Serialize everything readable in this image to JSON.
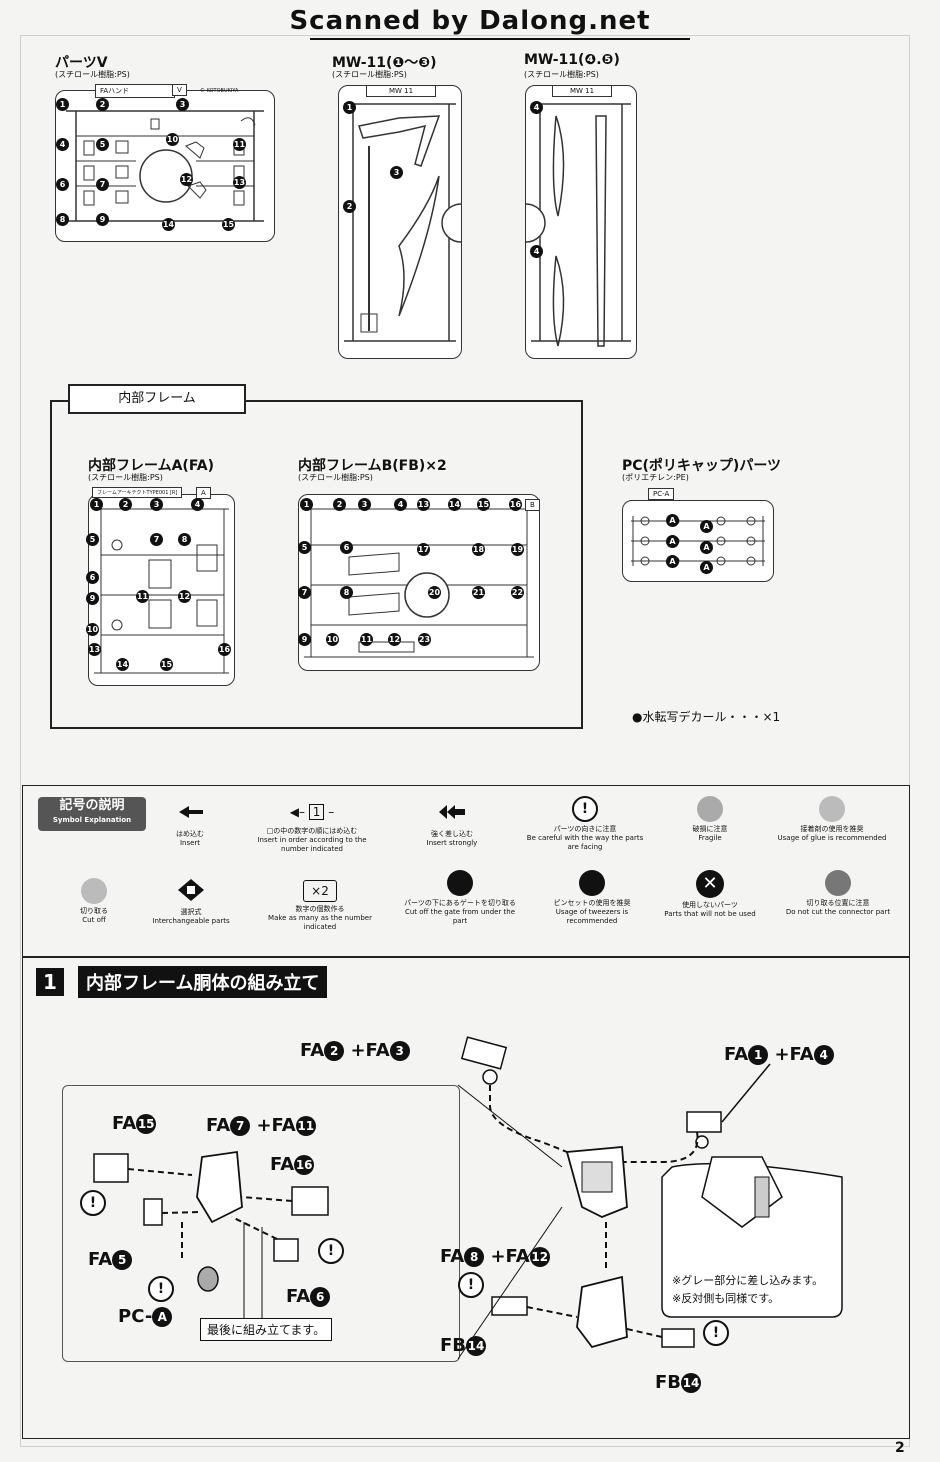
{
  "watermark": "Scanned by Dalong.net",
  "parts_v": {
    "title": "パーツV",
    "material": "(スチロール樹脂:PS)",
    "sprue_label": "FAハンド",
    "sprue_letter": "V",
    "copyright": "© KOTOBUKIYA",
    "numbers": [
      "1",
      "2",
      "3",
      "4",
      "5",
      "6",
      "7",
      "8",
      "9",
      "10",
      "11",
      "12",
      "13",
      "14",
      "15"
    ]
  },
  "mw11_a": {
    "title": "MW-11(❶〜❸)",
    "material": "(スチロール樹脂:PS)",
    "sprue_label": "MW 11",
    "numbers": [
      "1",
      "2",
      "3"
    ]
  },
  "mw11_b": {
    "title": "MW-11(❹.❺)",
    "material": "(スチロール樹脂:PS)",
    "sprue_label": "MW 11",
    "numbers": [
      "4",
      "4"
    ]
  },
  "inner_frame": {
    "section_label": "内部フレーム",
    "fa": {
      "title": "内部フレームA(FA)",
      "material": "(スチロール樹脂:PS)",
      "sprue_label": "フレームアーキテクトTYPE001 [R]",
      "sprue_letter": "A",
      "numbers": [
        "1",
        "2",
        "3",
        "4",
        "5",
        "6",
        "7",
        "8",
        "9",
        "10",
        "11",
        "12",
        "13",
        "14",
        "15",
        "16"
      ]
    },
    "fb": {
      "title": "内部フレームB(FB)×2",
      "material": "(スチロール樹脂:PS)",
      "sprue_letter": "B",
      "numbers": [
        "1",
        "2",
        "3",
        "4",
        "13",
        "14",
        "15",
        "16",
        "5",
        "6",
        "17",
        "18",
        "19",
        "7",
        "8",
        "20",
        "21",
        "22",
        "9",
        "10",
        "11",
        "12",
        "23"
      ]
    },
    "pc": {
      "title": "PC(ポリキャップ)パーツ",
      "material": "(ポリエチレン:PE)",
      "sprue_label": "PC-A",
      "letter": "A"
    },
    "decal": "●水転写デカール・・・×1"
  },
  "symbols": {
    "title": "記号の説明",
    "subtitle": "Symbol Explanation",
    "row1": [
      {
        "icon": "insert-arrow-icon",
        "ja": "はめ込む",
        "en": "Insert"
      },
      {
        "icon": "insert-order-icon",
        "glyph": "1",
        "ja": "□の中の数字の順にはめ込む",
        "en": "Insert in order according to the number indicated"
      },
      {
        "icon": "insert-strongly-icon",
        "ja": "強く差し込む",
        "en": "Insert strongly"
      },
      {
        "icon": "caution-direction-icon",
        "ja": "パーツの向きに注意",
        "en": "Be careful with the way the parts are facing"
      },
      {
        "icon": "fragile-icon",
        "ja": "破損に注意",
        "en": "Fragile"
      },
      {
        "icon": "glue-icon",
        "ja": "接着剤の使用を推奨",
        "en": "Usage of glue is recommended"
      }
    ],
    "row2": [
      {
        "icon": "cut-off-icon",
        "ja": "切り取る",
        "en": "Cut off"
      },
      {
        "icon": "interchangeable-icon",
        "ja": "選択式",
        "en": "Interchangeable parts"
      },
      {
        "icon": "make-many-icon",
        "glyph": "×2",
        "ja": "数字の個数作る",
        "en": "Make as many as the number indicated"
      },
      {
        "icon": "cut-gate-icon",
        "ja": "パーツの下にあるゲートを切り取る",
        "en": "Cut off the gate from under the part"
      },
      {
        "icon": "tweezers-icon",
        "ja": "ピンセットの使用を推奨",
        "en": "Usage of tweezers is recommended"
      },
      {
        "icon": "not-used-icon",
        "ja": "使用しないパーツ",
        "en": "Parts that will not be used"
      },
      {
        "icon": "connector-caution-icon",
        "ja": "切り取る位置に注意",
        "en": "Do not cut the connector part"
      }
    ]
  },
  "step1": {
    "number": "1",
    "title": "内部フレーム胴体の組み立て",
    "labels": {
      "fa2_fa3": {
        "a_pre": "FA",
        "a": "2",
        "plus": "+",
        "b_pre": "FA",
        "b": "3"
      },
      "fa1_fa4": {
        "a_pre": "FA",
        "a": "1",
        "plus": "+",
        "b_pre": "FA",
        "b": "4"
      },
      "fa15": {
        "pre": "FA",
        "n": "15"
      },
      "fa7_fa11": {
        "a_pre": "FA",
        "a": "7",
        "plus": "+",
        "b_pre": "FA",
        "b": "11"
      },
      "fa16": {
        "pre": "FA",
        "n": "16"
      },
      "fa5": {
        "pre": "FA",
        "n": "5"
      },
      "fa6": {
        "pre": "FA",
        "n": "6"
      },
      "pca": {
        "pre": "PC-",
        "n": "A"
      },
      "fa8_fa12": {
        "a_pre": "FA",
        "a": "8",
        "plus": "+",
        "b_pre": "FA",
        "b": "12"
      },
      "fb14_left": {
        "pre": "FB",
        "n": "14"
      },
      "fb14_right": {
        "pre": "FB",
        "n": "14"
      }
    },
    "last_note": "最後に組み立てます。",
    "detail_notes": [
      "※グレー部分に差し込みます。",
      "※反対側も同様です。"
    ]
  },
  "page_number": "2"
}
